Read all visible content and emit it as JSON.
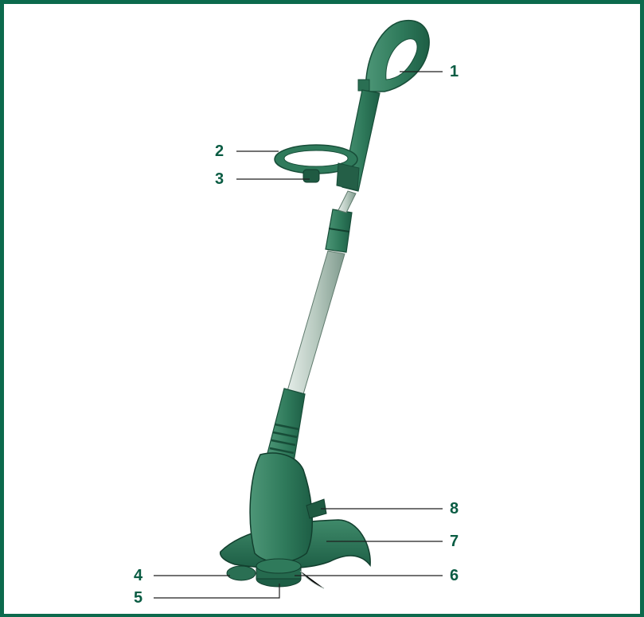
{
  "colors": {
    "frame": "#0c6a4d",
    "body_dark": "#1d5e45",
    "body_mid": "#2f7a5b",
    "body_light": "#4d9677",
    "shaft": "#b7c9bf",
    "callout_text": "#0a5c43",
    "leader_line": "#1f1f1f"
  },
  "callouts": [
    {
      "id": "1",
      "label": "1"
    },
    {
      "id": "2",
      "label": "2"
    },
    {
      "id": "3",
      "label": "3"
    },
    {
      "id": "4",
      "label": "4"
    },
    {
      "id": "5",
      "label": "5"
    },
    {
      "id": "6",
      "label": "6"
    },
    {
      "id": "7",
      "label": "7"
    },
    {
      "id": "8",
      "label": "8"
    }
  ]
}
